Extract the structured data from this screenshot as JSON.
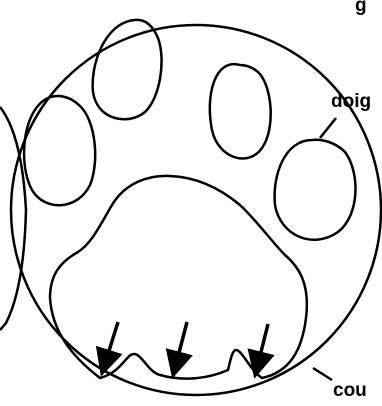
{
  "labels": {
    "top": "g",
    "finger": "doig",
    "bottom": "cou"
  },
  "colors": {
    "stroke": "#000000",
    "background": "#ffffff"
  },
  "pad_notches": 3
}
